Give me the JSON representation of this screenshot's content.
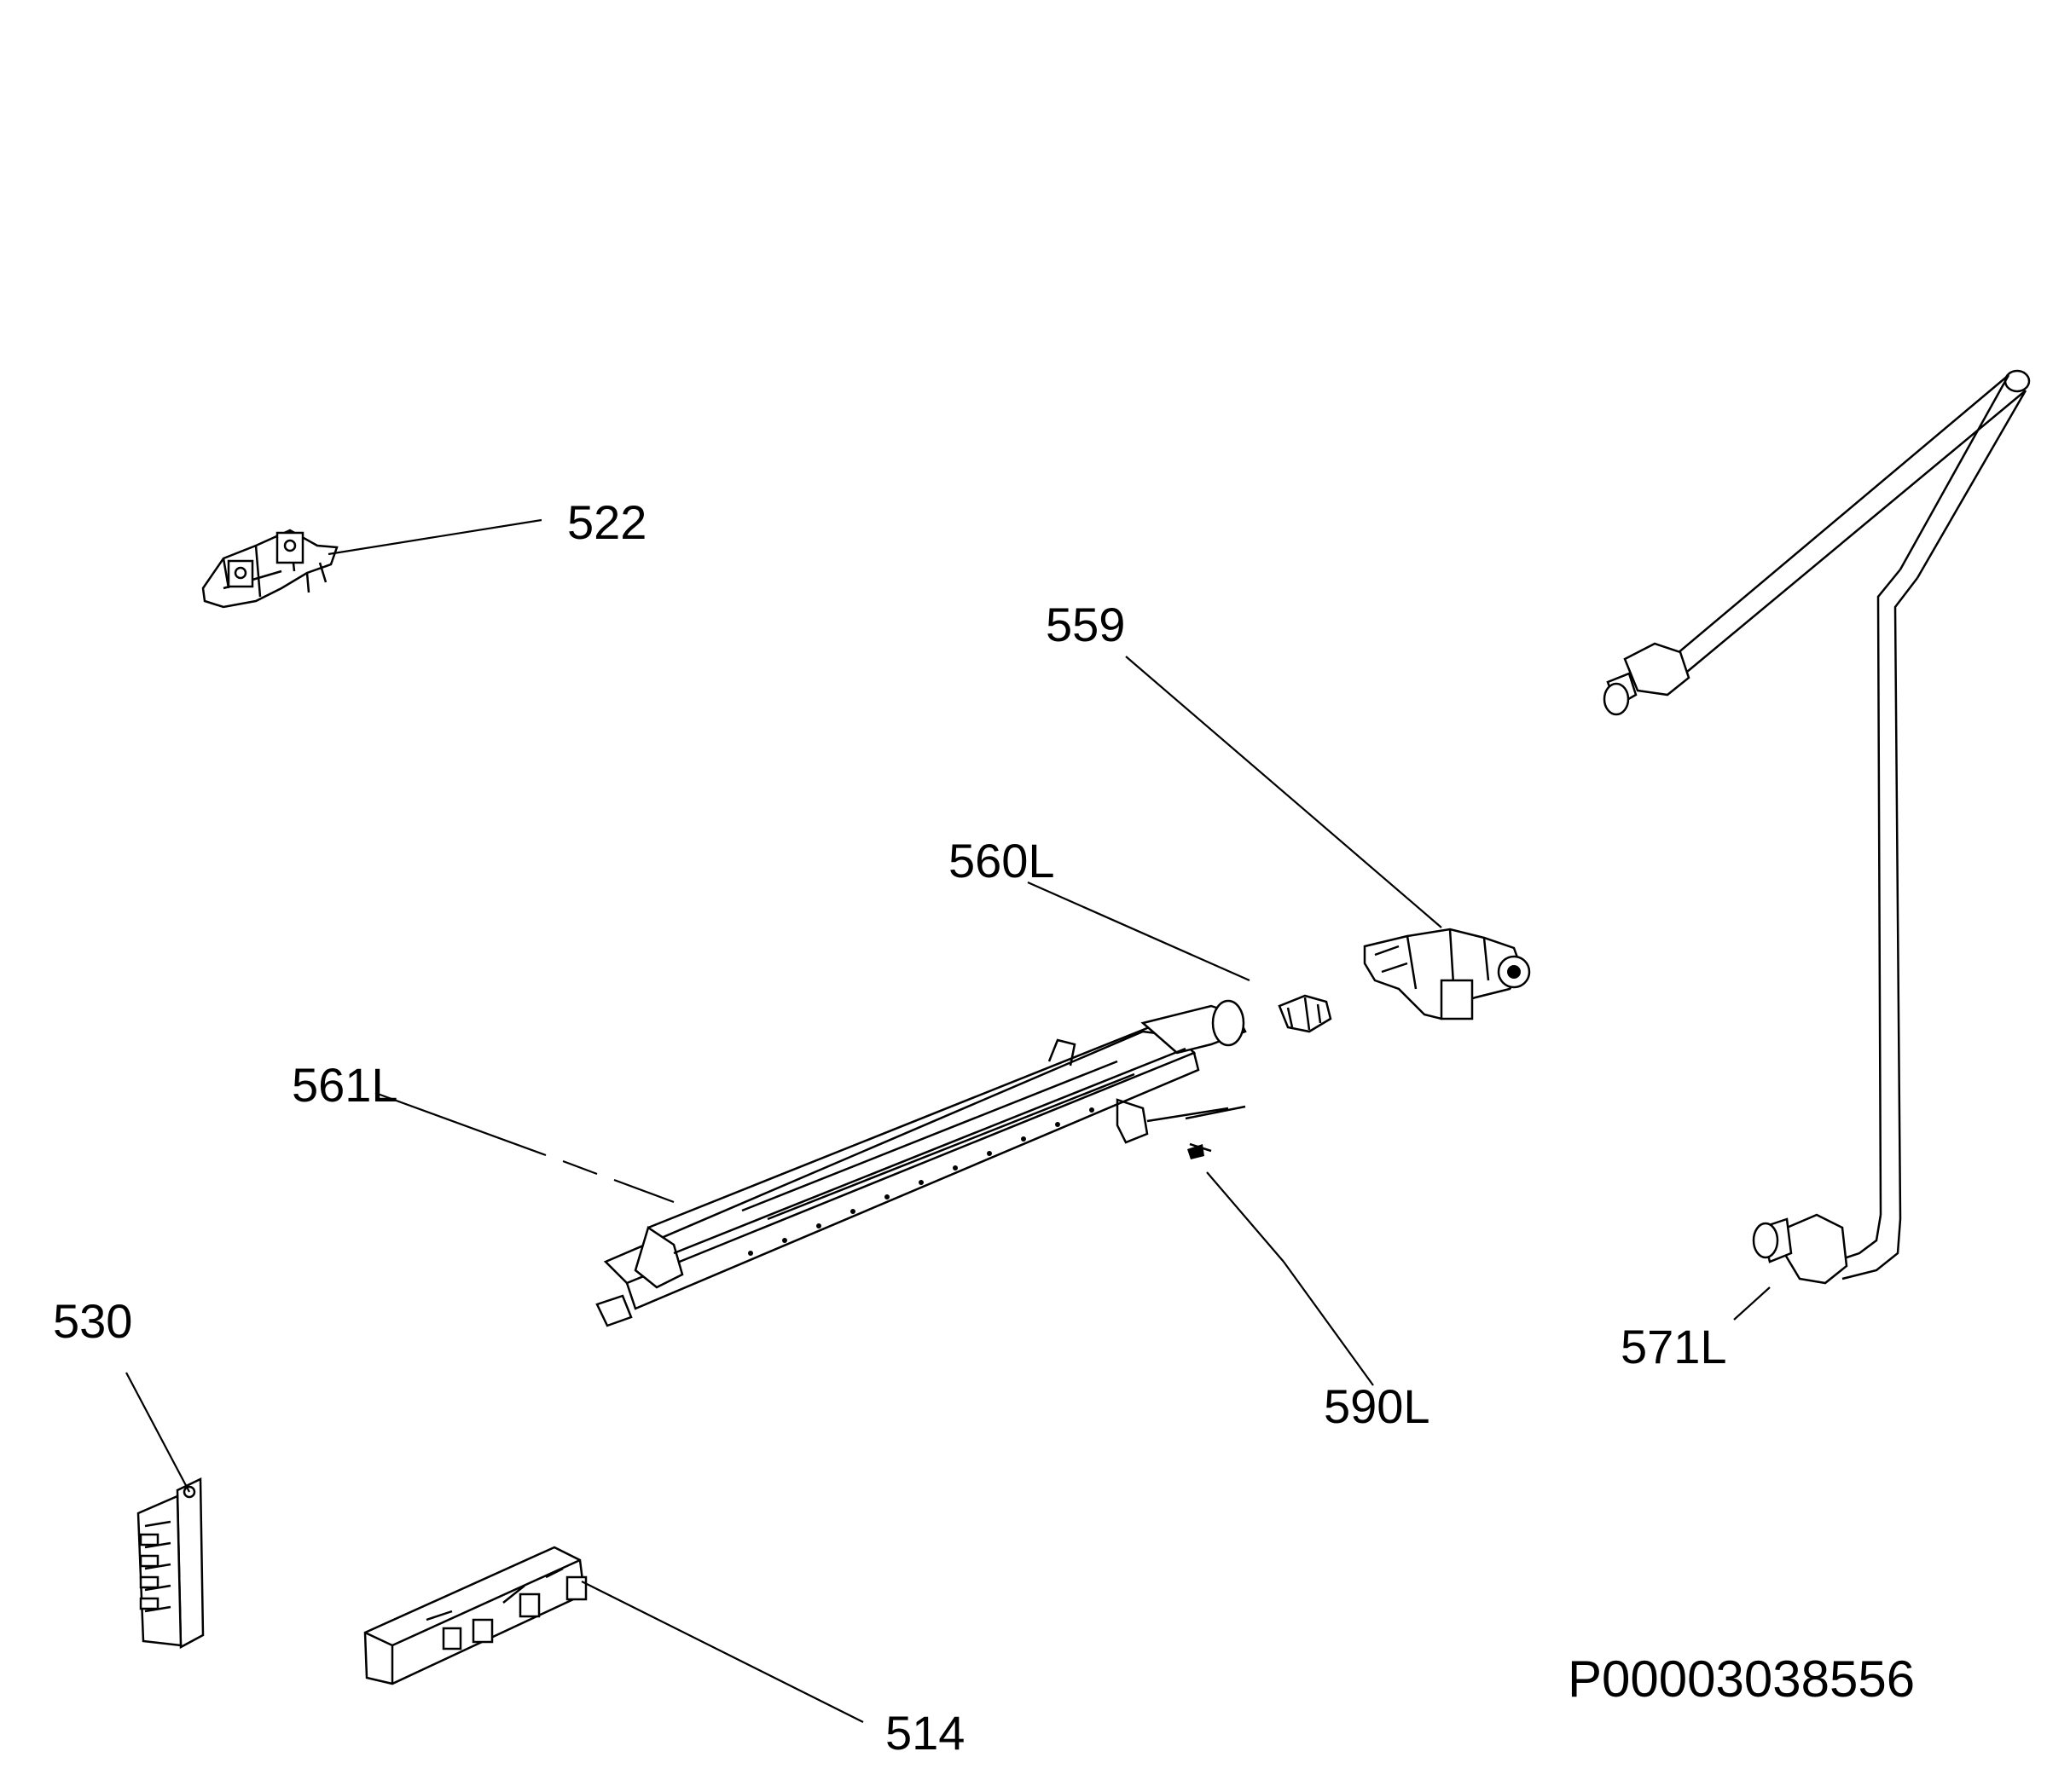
{
  "diagram_id": "P00003038556",
  "parts": [
    {
      "key": "p522",
      "number": "522"
    },
    {
      "key": "p559",
      "number": "559"
    },
    {
      "key": "p560L",
      "number": "560L"
    },
    {
      "key": "p561L",
      "number": "561L"
    },
    {
      "key": "p590L",
      "number": "590L"
    },
    {
      "key": "p571L",
      "number": "571L"
    },
    {
      "key": "p530",
      "number": "530"
    },
    {
      "key": "p514",
      "number": "514"
    }
  ]
}
